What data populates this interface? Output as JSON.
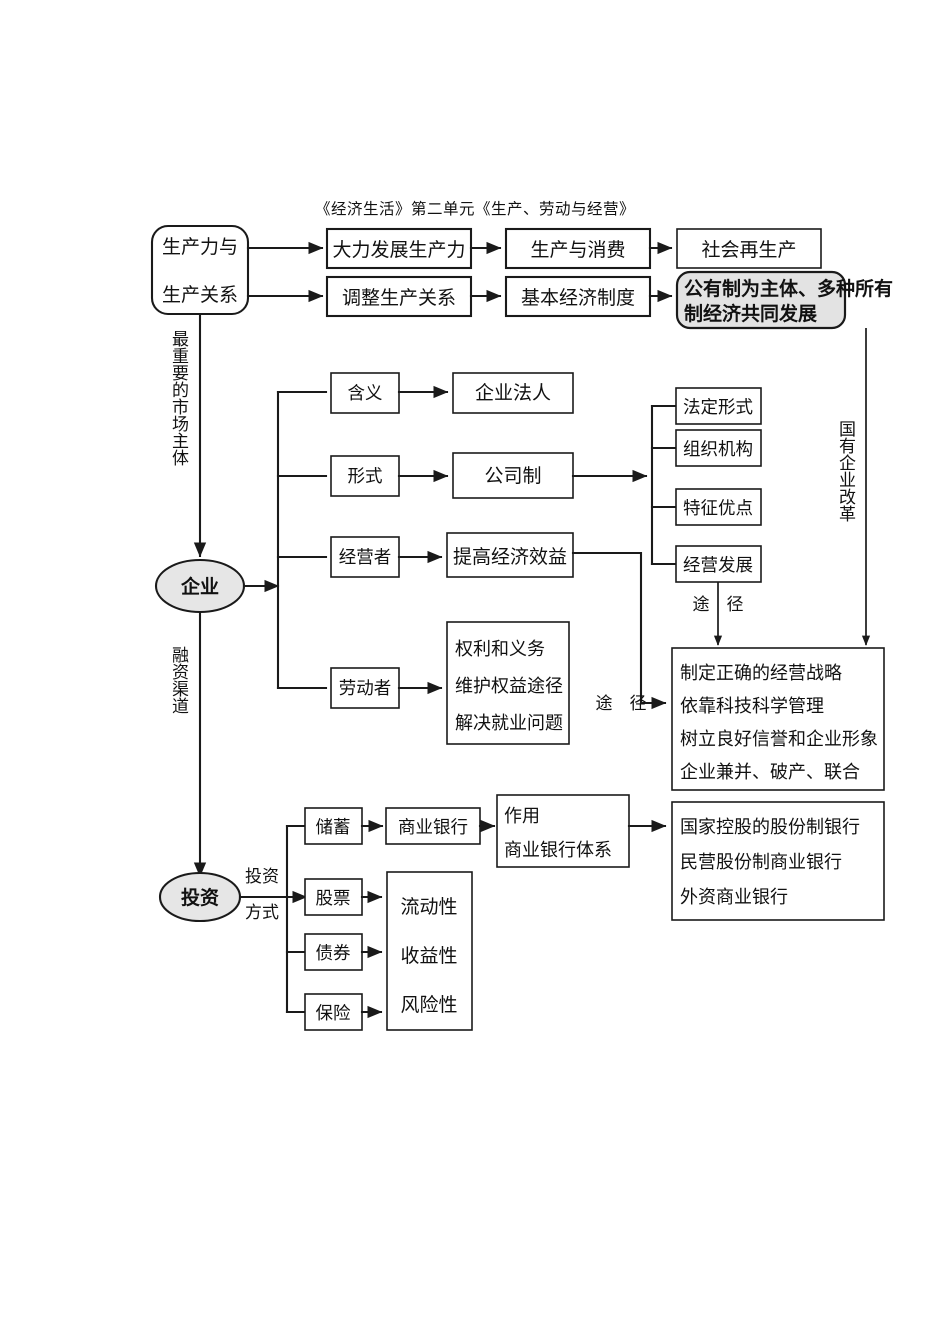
{
  "page": {
    "title": "《经济生活》第二单元《生产、劳动与经营》",
    "background": "#ffffff",
    "ink": "#1a1a1a",
    "shaded_fill": "#e3e3e3",
    "ellipse_fill": "#e6e6e6"
  },
  "nodes": {
    "root": {
      "line1": "生产力与",
      "line2": "生产关系"
    },
    "row1": {
      "a": "大力发展生产力",
      "b": "生产与消费",
      "c": "社会再生产"
    },
    "row2": {
      "a": "调整生产关系",
      "b": "基本经济制度",
      "c_line1": "公有制为主体、多种所有",
      "c_line2": "制经济共同发展"
    },
    "enterprise": {
      "label": "企业"
    },
    "invest": {
      "label": "投资"
    },
    "branch_labels": {
      "meaning": "含义",
      "form": "形式",
      "operator": "经营者",
      "worker": "劳动者"
    },
    "branch_targets": {
      "meaning": "企业法人",
      "form": "公司制",
      "operator": "提高经济效益"
    },
    "worker_box": {
      "line1": "权利和义务",
      "line2": "维护权益途径",
      "line3": "解决就业问题"
    },
    "company_detail": [
      "法定形式",
      "组织机构",
      "特征优点",
      "经营发展"
    ],
    "strategy_box": {
      "line1": "制定正确的经营战略",
      "line2": "依靠科技科学管理",
      "line3": "树立良好信誉和企业形象",
      "line4": "企业兼并、破产、联合"
    },
    "invest_ways": [
      "储蓄",
      "股票",
      "债券",
      "保险"
    ],
    "bank": "商业银行",
    "bank_role": {
      "line1": "作用",
      "line2": "商业银行体系"
    },
    "bank_types": {
      "line1": "国家控股的股份制银行",
      "line2": "民营股份制商业银行",
      "line3": "外资商业银行"
    },
    "securities_box": {
      "line1": "流动性",
      "line2": "收益性",
      "line3": "风险性"
    }
  },
  "edge_labels": {
    "most_important": "最重要的市场主体",
    "financing": "融资渠道",
    "soe_reform": "国有企业改革",
    "path_top": "途　径",
    "path_left": "途　径",
    "invest_way_line1": "投资",
    "invest_way_line2": "方式"
  }
}
